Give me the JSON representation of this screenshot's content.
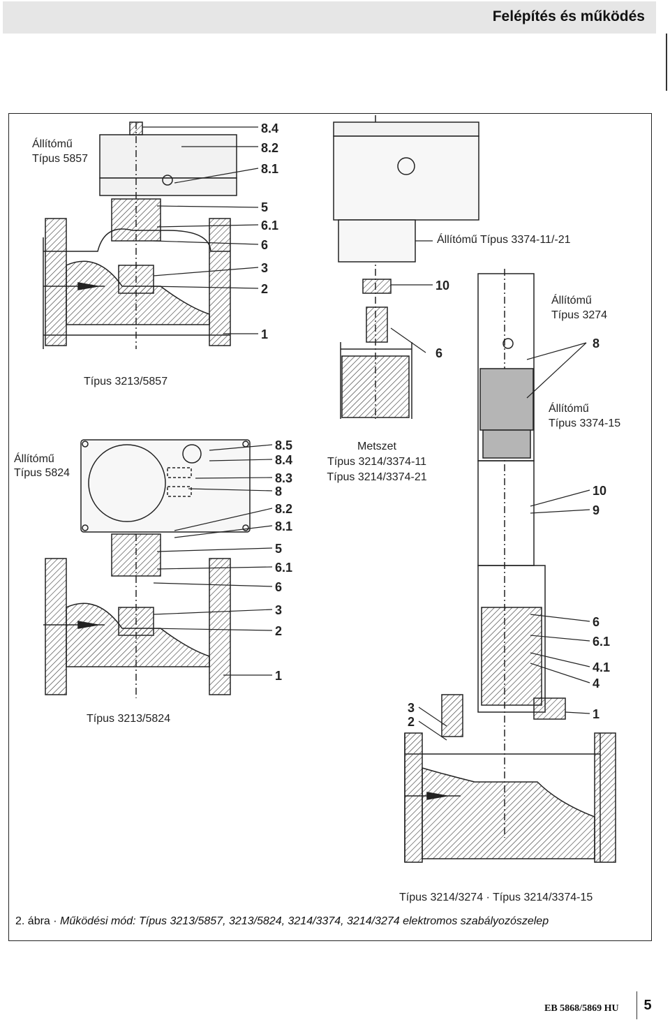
{
  "header": {
    "title": "Felépítés és működés"
  },
  "labels": {
    "actuator_5857_line1": "Állítómű",
    "actuator_5857_line2": "Típus 5857",
    "valve_3213_5857": "Típus 3213/5857",
    "actuator_5824_line1": "Állítómű",
    "actuator_5824_line2": "Típus 5824",
    "valve_3213_5824": "Típus 3213/5824",
    "actuator_3374_11_21": "Állítómű Típus 3374-11/-21",
    "actuator_3274_line1": "Állítómű",
    "actuator_3274_line2": "Típus 3274",
    "actuator_3374_15_line1": "Állítómű",
    "actuator_3374_15_line2": "Típus 3374-15",
    "section_line1": "Metszet",
    "section_line2": "Típus 3214/3374-11",
    "section_line3": "Típus 3214/3374-21",
    "valve_3214_types": "Típus 3214/3274 · Típus 3214/3374-15"
  },
  "part_numbers": {
    "fig_5857": [
      "8.4",
      "8.2",
      "8.1",
      "5",
      "6.1",
      "6",
      "3",
      "2",
      "1"
    ],
    "fig_5824": [
      "8.5",
      "8.4",
      "8.3",
      "8",
      "8.2",
      "8.1",
      "5",
      "6.1",
      "6",
      "3",
      "2",
      "1"
    ],
    "fig_3374": [
      "10",
      "6"
    ],
    "fig_3274": [
      "8",
      "10",
      "9",
      "6",
      "6.1",
      "4.1",
      "4",
      "3",
      "2",
      "1"
    ]
  },
  "caption": {
    "prefix": "2. ábra",
    "separator": "·",
    "text": "Működési mód: Típus 3213/5857, 3213/5824, 3214/3374, 3214/3274 elektromos szabályozószelep"
  },
  "footer": {
    "doc_id": "EB 5868/5869 HU",
    "page": "5"
  }
}
